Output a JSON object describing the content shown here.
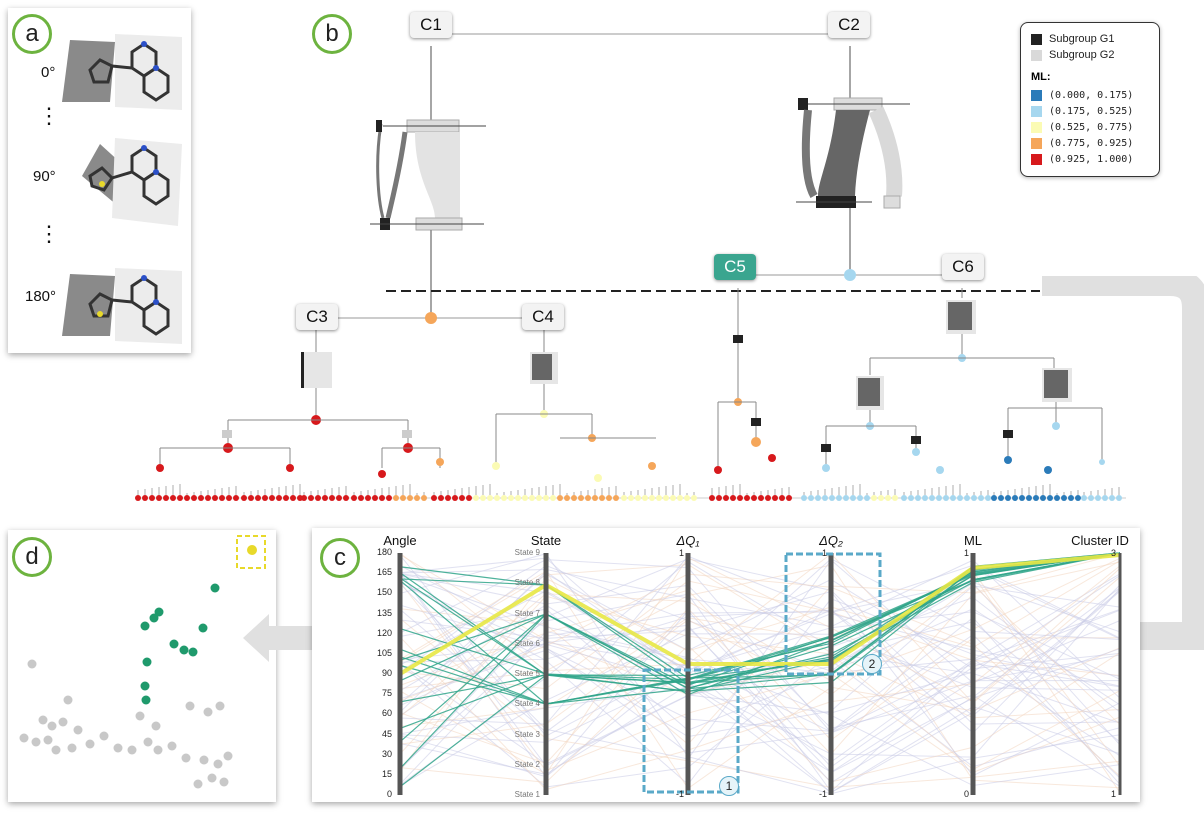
{
  "panels": {
    "a": {
      "label": "a",
      "angles": [
        "0°",
        "90°",
        "180°"
      ],
      "ellipsis": "⋮"
    },
    "b": {
      "label": "b"
    },
    "c": {
      "label": "c"
    },
    "d": {
      "label": "d"
    }
  },
  "clusters": [
    "C1",
    "C2",
    "C3",
    "C4",
    "C5",
    "C6"
  ],
  "legend": {
    "subgroups": [
      {
        "label": "Subgroup G1",
        "color": "#222222"
      },
      {
        "label": "Subgroup G2",
        "color": "#d9d9d9"
      }
    ],
    "ml_title": "ML:",
    "ml_bins": [
      {
        "label": "(0.000, 0.175)",
        "color": "#2b7bb9"
      },
      {
        "label": "(0.175, 0.525)",
        "color": "#a6d7ef"
      },
      {
        "label": "(0.525, 0.775)",
        "color": "#fbfbb4"
      },
      {
        "label": "(0.775, 0.925)",
        "color": "#f5a65a"
      },
      {
        "label": "(0.925, 1.000)",
        "color": "#d7191c"
      }
    ]
  },
  "parallel_coordinates": {
    "axes": [
      {
        "title": "Angle",
        "ticks": [
          "180",
          "165",
          "150",
          "135",
          "120",
          "105",
          "90",
          "75",
          "60",
          "45",
          "30",
          "15",
          "0"
        ]
      },
      {
        "title": "State",
        "ticks": [
          "State 9",
          "State 8",
          "State 7",
          "State 6",
          "State 5",
          "State 4",
          "State 3",
          "State 2",
          "State 1"
        ]
      },
      {
        "title": "ΔQ₁",
        "top": "1",
        "bottom": "-1"
      },
      {
        "title": "ΔQ₂",
        "top": "1",
        "bottom": "-1"
      },
      {
        "title": "ML",
        "top": "1",
        "bottom": "0"
      },
      {
        "title": "Cluster ID",
        "top": "3",
        "bottom": "1"
      }
    ],
    "brushes": [
      {
        "label": "1"
      },
      {
        "label": "2"
      }
    ],
    "colors": {
      "highlight": "#e8e845",
      "selected": "#2fa58a",
      "context_blue": "#c9cbe6",
      "context_orange": "#f2d6bf"
    }
  },
  "scatter": {
    "colors": {
      "selected": "#1f9a6c",
      "context": "#c8c8c8",
      "marker": "#e8d92a"
    }
  }
}
